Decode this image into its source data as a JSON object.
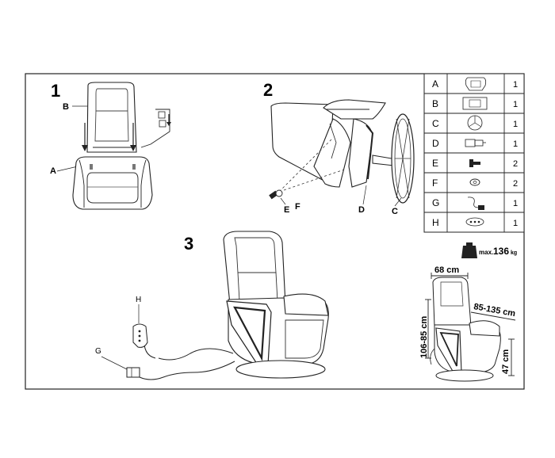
{
  "steps": {
    "s1": "1",
    "s2": "2",
    "s3": "3"
  },
  "step1_labels": {
    "b": "B",
    "a": "A"
  },
  "step2_labels": {
    "e": "E",
    "f": "F",
    "d": "D",
    "c": "C"
  },
  "step3_labels": {
    "h": "H",
    "g": "G"
  },
  "parts": [
    {
      "letter": "A",
      "qty": "1",
      "icon": "chair-frame-icon"
    },
    {
      "letter": "B",
      "qty": "1",
      "icon": "backrest-icon"
    },
    {
      "letter": "C",
      "qty": "1",
      "icon": "star-base-icon"
    },
    {
      "letter": "D",
      "qty": "1",
      "icon": "gas-lift-icon"
    },
    {
      "letter": "E",
      "qty": "2",
      "icon": "bolt-icon"
    },
    {
      "letter": "F",
      "qty": "2",
      "icon": "washer-icon"
    },
    {
      "letter": "G",
      "qty": "1",
      "icon": "power-adapter-icon"
    },
    {
      "letter": "H",
      "qty": "1",
      "icon": "remote-control-icon"
    }
  ],
  "weight": {
    "prefix": "max.",
    "value": "136",
    "unit": "kg"
  },
  "dimensions": {
    "width": "68 cm",
    "depth": "85-135 cm",
    "height": "106-85 cm",
    "seat_height": "47 cm"
  }
}
